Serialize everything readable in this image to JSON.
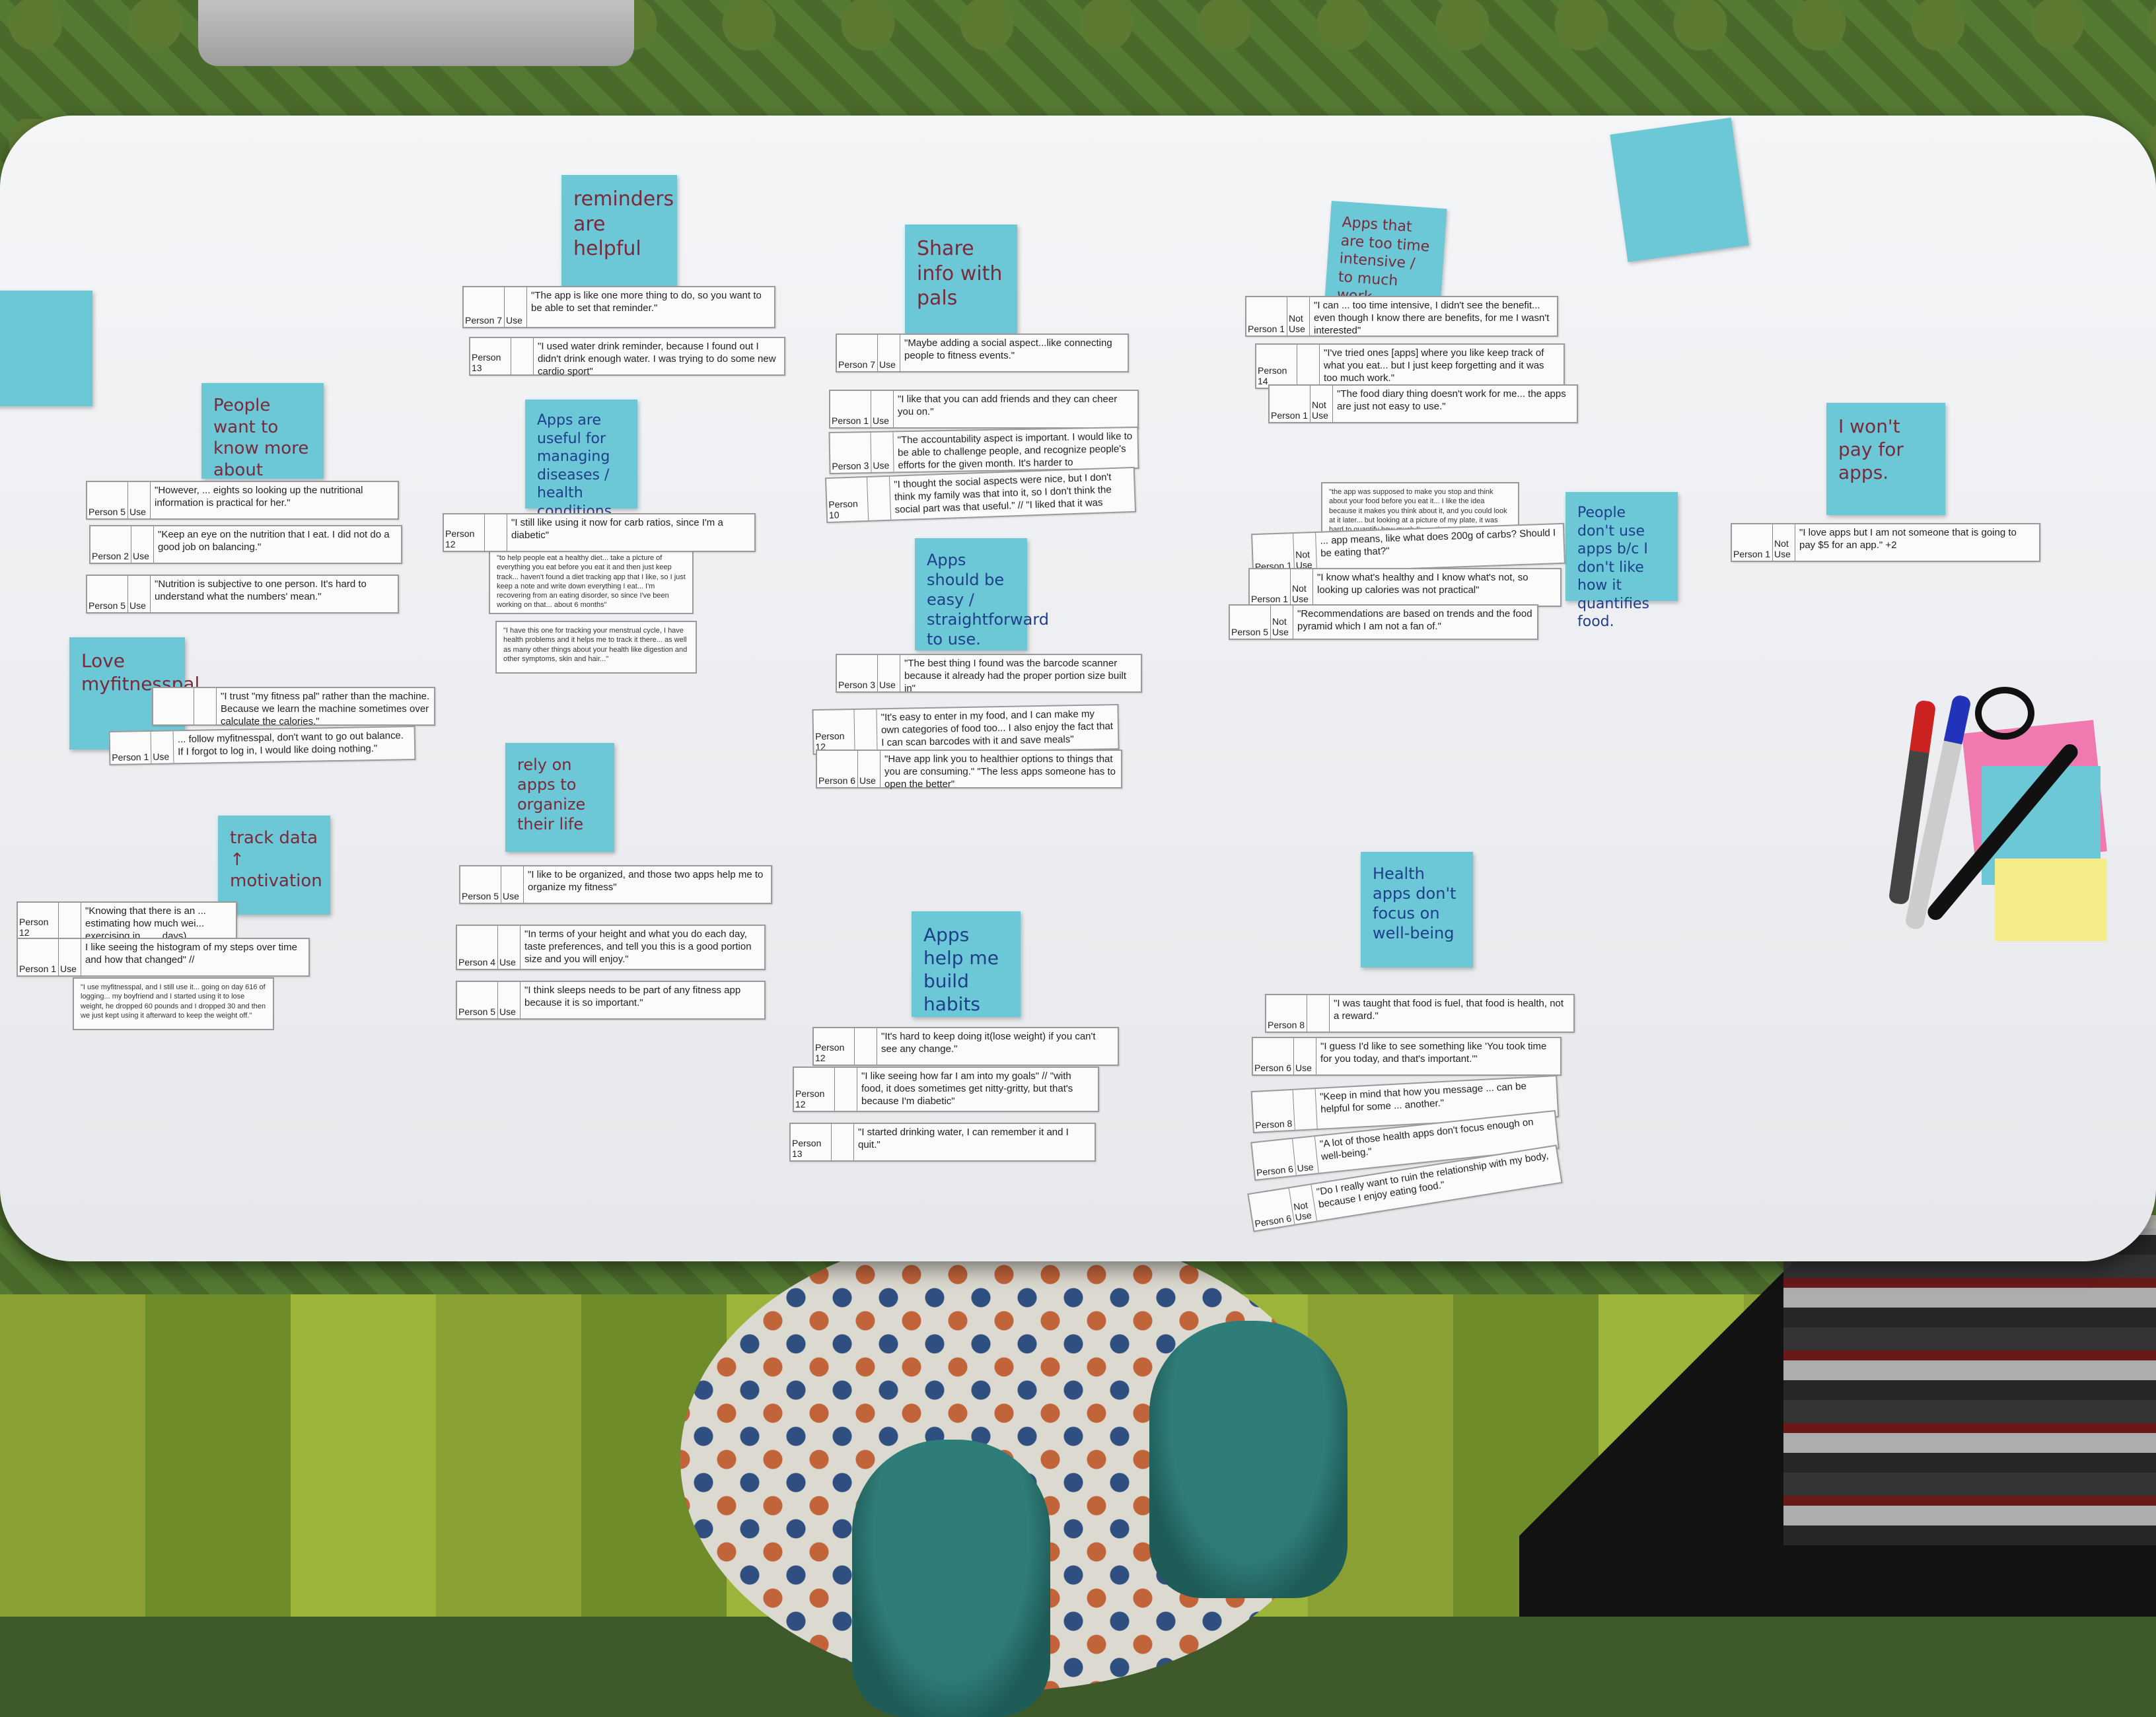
{
  "stickies": {
    "reminders": "reminders are helpful",
    "share": "Share info with pals",
    "time_intensive": "Apps that are too time intensive / to much work",
    "nutrition": "People want to know more about nutrition",
    "managing": "Apps are useful for managing diseases / health conditions",
    "easy": "Apps should be easy / straightforward to use.",
    "dont_use": "People don't use apps b/c I don't like how it quantifies food.",
    "wont_pay": "I won't pay for apps.",
    "love_mfp": "Love myfitnesspal",
    "rely": "rely on apps to organize their life",
    "track": "track data ↑ motivation",
    "habits": "Apps help me build habits",
    "wellbeing": "Health apps don't focus on well-being"
  },
  "quotes": [
    {
      "id": "q1",
      "person": "Person 7",
      "use": "Use",
      "not": "",
      "text": "\"The app is like one more thing to do, so you want to be able to set that reminder.\""
    },
    {
      "id": "q2",
      "person": "Person 13",
      "use": "",
      "not": "",
      "text": "\"I used water drink reminder, because I found out I didn't drink enough water. I was trying to do some new cardio sport\""
    },
    {
      "id": "q3",
      "person": "Person 7",
      "use": "Use",
      "not": "",
      "text": "\"Maybe adding a social aspect...like connecting people to fitness events.\""
    },
    {
      "id": "q4",
      "person": "Person 1",
      "use": "Use",
      "not": "Not",
      "text": "\"I can ... too time intensive, I didn't see the benefit... even though I know there are benefits, for me I wasn't interested\""
    },
    {
      "id": "q5",
      "person": "Person 14",
      "use": "",
      "not": "",
      "text": "\"I've tried ones [apps] where you like keep track of what you eat... but I just keep forgetting and it was too much work.\""
    },
    {
      "id": "q6",
      "person": "Person 1",
      "use": "Use",
      "not": "Not",
      "text": "\"The food diary thing doesn't work for me... the apps are just not easy to use.\""
    },
    {
      "id": "q7",
      "person": "Person 1",
      "use": "Use",
      "not": "",
      "text": "\"I like that you can add friends and they can cheer you on.\""
    },
    {
      "id": "q8",
      "person": "Person 3",
      "use": "Use",
      "not": "",
      "text": "\"The accountability aspect is important. I would like to be able to challenge people, and recognize people's efforts for the given month. It's harder to"
    },
    {
      "id": "q9",
      "person": "Person 10",
      "use": "",
      "not": "",
      "text": "\"I thought the social aspects were nice, but I don't think my family was that into it, so I don't think the social part was that useful.\" // \"I liked that it was"
    },
    {
      "id": "q10",
      "person": "Person 5",
      "use": "Use",
      "not": "",
      "text": "\"However, ... eights so looking up the nutritional information is practical for her.\""
    },
    {
      "id": "q11",
      "person": "Person 2",
      "use": "Use",
      "not": "",
      "text": "\"Keep an eye on the nutrition that I eat. I did not do a good job on balancing.\""
    },
    {
      "id": "q12",
      "person": "Person 5",
      "use": "Use",
      "not": "",
      "text": "\"Nutrition is subjective to one person. It's hard to understand what the numbers' mean.\""
    },
    {
      "id": "q13",
      "person": "Person 12",
      "use": "",
      "not": "",
      "text": "\"I still like using it now for carb ratios, since I'm a diabetic\""
    },
    {
      "id": "q14",
      "person": "Person 1",
      "use": "Use",
      "not": "Not",
      "text": "... app means, like what does 200g of carbs? Should I be eating that?\""
    },
    {
      "id": "q15",
      "person": "Person 1",
      "use": "Use",
      "not": "Not",
      "text": "\"I know what's healthy and I know what's not, so looking up calories was not practical\""
    },
    {
      "id": "q16",
      "person": "Person 5",
      "use": "Use",
      "not": "Not",
      "text": "\"Recommendations are based on trends and the food pyramid which I am not a fan of.\""
    },
    {
      "id": "q17",
      "person": "Person 1",
      "use": "Use",
      "not": "Not",
      "text": "\"I love apps but I am not someone that is going to pay $5 for an app.\" +2"
    },
    {
      "id": "q18",
      "person": "Person 3",
      "use": "Use",
      "not": "",
      "text": "\"The best thing I found was the barcode scanner because it already had the proper portion size built in\""
    },
    {
      "id": "q19",
      "person": "Person 12",
      "use": "",
      "not": "",
      "text": "\"It's easy to enter in my food, and I can make my own categories of food too... I also enjoy the fact that I can scan barcodes with it and save meals\""
    },
    {
      "id": "q20",
      "person": "Person 6",
      "use": "Use",
      "not": "",
      "text": "\"Have app link you to healthier options to things that you are consuming.\" \"The less apps someone has to open the better\""
    },
    {
      "id": "q21",
      "person": "",
      "use": "",
      "not": "",
      "text": "\"I trust \"my fitness pal\" rather than the machine. Because we learn the machine sometimes over calculate the calories.\""
    },
    {
      "id": "q22",
      "person": "Person 1",
      "use": "Use",
      "not": "",
      "text": "... follow myfitnesspal, don't want to go out balance. If I forgot to log in, I would like doing nothing.\""
    },
    {
      "id": "q23",
      "person": "Person 5",
      "use": "Use",
      "not": "",
      "text": "\"I like to be organized, and those two apps help me to organize my fitness\""
    },
    {
      "id": "q24",
      "person": "Person 4",
      "use": "Use",
      "not": "",
      "text": "\"In terms of your height and what you do each day, taste preferences, and tell you this is a good portion size and you will enjoy.\""
    },
    {
      "id": "q25",
      "person": "Person 5",
      "use": "Use",
      "not": "",
      "text": "\"I think sleeps needs to be part of any fitness app because it is so important.\""
    },
    {
      "id": "q26",
      "person": "Person 12",
      "use": "",
      "not": "",
      "text": "\"Knowing that there is an ... estimating how much wei... exercising in ___ days)"
    },
    {
      "id": "q27",
      "person": "Person 1",
      "use": "Use",
      "not": "",
      "text": "I like seeing the histogram of my steps over time and how that changed\" //"
    },
    {
      "id": "q28",
      "person": "Person 12",
      "use": "",
      "not": "",
      "text": "\"It's hard to keep doing it(lose weight) if you can't see any change.\""
    },
    {
      "id": "q29",
      "person": "Person 12",
      "use": "",
      "not": "",
      "text": "\"I like seeing how far I am into my goals\" // \"with food, it does sometimes get nitty-gritty, but that's because I'm diabetic\""
    },
    {
      "id": "q30",
      "person": "Person 13",
      "use": "",
      "not": "",
      "text": "\"I started drinking water, I can remember it and I quit.\""
    },
    {
      "id": "q31",
      "person": "Person 8",
      "use": "",
      "not": "",
      "text": "\"I was taught that food is fuel, that food is health, not a reward.\""
    },
    {
      "id": "q32",
      "person": "Person 6",
      "use": "Use",
      "not": "",
      "text": "\"I guess I'd like to see something like 'You took time for you today, and that's important.'\""
    },
    {
      "id": "q33",
      "person": "Person 8",
      "use": "",
      "not": "",
      "text": "\"Keep in mind that how you message ... can be helpful for some ... another.\""
    },
    {
      "id": "q34",
      "person": "Person 6",
      "use": "Use",
      "not": "",
      "text": "\"A lot of those health apps don't focus enough on well-being.\""
    },
    {
      "id": "q35",
      "person": "Person 6",
      "use": "Use",
      "not": "Not",
      "text": "\"Do I really want to ruin the relationship with my body, because I enjoy eating food.\""
    }
  ],
  "notes": {
    "n1": "\"to help people eat a healthy diet... take a picture of everything you eat before you eat it and then just keep track... haven't found a diet tracking app that I like, so I just keep a note and write down everything I eat... I'm recovering from an eating disorder, so since I've been working on that... about 6 months\"",
    "n2": "\"I have this one for tracking your menstrual cycle, I have health problems and it helps me to track it there... as well as many other things about your health like digestion and other symptoms, skin and hair...\"",
    "n3": "\"the app was supposed to make you stop and think about your food before you eat it... I like the idea because it makes you think about it, and you could look at it later... but looking at a picture of my plate, it was hard to quantify how much I'm eating\"",
    "n4": "\"I use myfitnesspal, and I still use it... going on day 616 of logging... my boyfriend and I started using it to lose weight, he dropped 60 pounds and I dropped 30 and then we just kept using it afterward to keep the weight off.\""
  },
  "colors": {
    "sticky_blue": "#6cc7d6",
    "sticky_pink": "#f07ab0",
    "sticky_yellow": "#f5ec8a",
    "desk": "#eef0f2"
  }
}
